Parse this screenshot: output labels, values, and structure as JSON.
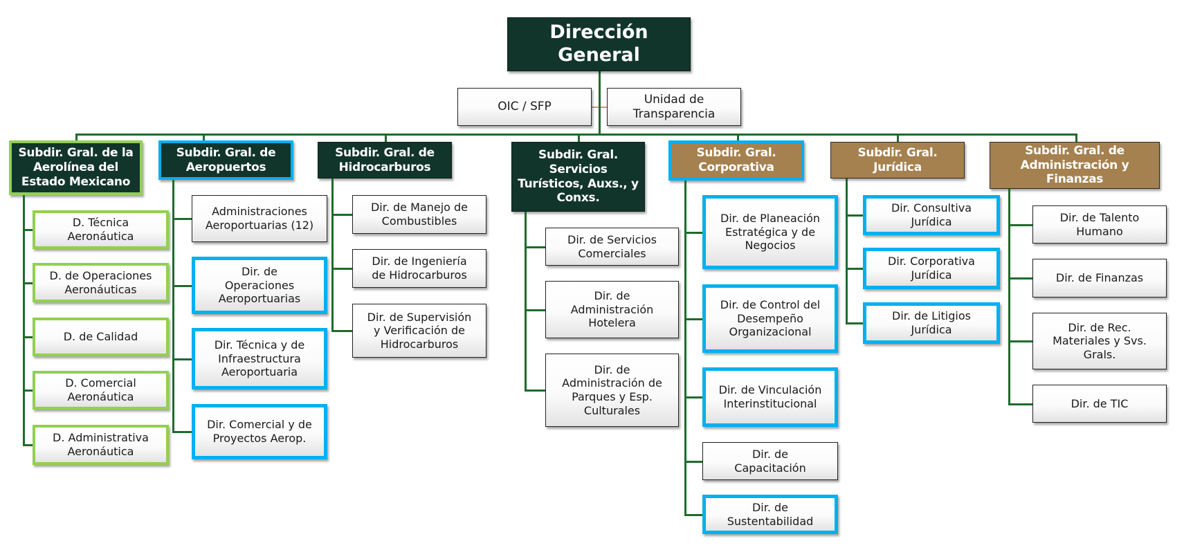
{
  "title": "Dirección General",
  "colors": {
    "dark_green": "#12352b",
    "brown": "#a5814f",
    "line_green": "#1e6b2a",
    "light_green_border": "#92d050",
    "blue_border": "#00b0f0"
  },
  "top": {
    "label": "Dirección\nGeneral",
    "staff": [
      {
        "label": "OIC / SFP"
      },
      {
        "label": "Unidad de\nTransparencia"
      }
    ]
  },
  "columns": [
    {
      "label": "Subdir. Gral. de la\nAerolínea del\nEstado Mexicano",
      "style": "dark",
      "highlight": "green",
      "children": [
        {
          "label": "D. Técnica\nAeronáutica",
          "highlight": "green"
        },
        {
          "label": "D. de Operaciones\nAeronáuticas",
          "highlight": "green"
        },
        {
          "label": "D. de Calidad",
          "highlight": "green"
        },
        {
          "label": "D. Comercial\nAeronáutica",
          "highlight": "green"
        },
        {
          "label": "D. Administrativa\nAeronáutica",
          "highlight": "green"
        }
      ]
    },
    {
      "label": "Subdir. Gral. de\nAeropuertos",
      "style": "dark",
      "highlight": "blue",
      "children": [
        {
          "label": "Administraciones\nAeroportuarias (12)",
          "highlight": "none"
        },
        {
          "label": "Dir. de\nOperaciones\nAeroportuarias",
          "highlight": "blue"
        },
        {
          "label": "Dir. Técnica y de\nInfraestructura\nAeroportuaria",
          "highlight": "blue"
        },
        {
          "label": "Dir. Comercial y de\nProyectos Aerop.",
          "highlight": "blue"
        }
      ]
    },
    {
      "label": "Subdir. Gral. de\nHidrocarburos",
      "style": "dark",
      "highlight": "none",
      "children": [
        {
          "label": "Dir. de Manejo de\nCombustibles",
          "highlight": "none"
        },
        {
          "label": "Dir. de Ingeniería\nde Hidrocarburos",
          "highlight": "none"
        },
        {
          "label": "Dir. de Supervisión\ny Verificación de\nHidrocarburos",
          "highlight": "none"
        }
      ]
    },
    {
      "label": "Subdir. Gral.\nServicios\nTurísticos, Auxs., y\nConxs.",
      "style": "dark",
      "highlight": "none",
      "children": [
        {
          "label": "Dir. de Servicios\nComerciales",
          "highlight": "none"
        },
        {
          "label": "Dir. de\nAdministración\nHotelera",
          "highlight": "none"
        },
        {
          "label": "Dir. de\nAdministración de\nParques y Esp.\nCulturales",
          "highlight": "none"
        }
      ]
    },
    {
      "label": "Subdir. Gral.\nCorporativa",
      "style": "brown",
      "highlight": "blue",
      "children": [
        {
          "label": "Dir. de Planeación\nEstratégica y de\nNegocios",
          "highlight": "blue"
        },
        {
          "label": "Dir. de Control del\nDesempeño\nOrganizacional",
          "highlight": "blue"
        },
        {
          "label": "Dir. de Vinculación\nInterinstitucional",
          "highlight": "blue"
        },
        {
          "label": "Dir. de\nCapacitación",
          "highlight": "none"
        },
        {
          "label": "Dir. de\nSustentabilidad",
          "highlight": "blue"
        }
      ]
    },
    {
      "label": "Subdir. Gral.\nJurídica",
      "style": "brown",
      "highlight": "none",
      "children": [
        {
          "label": "Dir. Consultiva\nJurídica",
          "highlight": "blue"
        },
        {
          "label": "Dir. Corporativa\nJurídica",
          "highlight": "blue"
        },
        {
          "label": "Dir. de Litigios\nJurídica",
          "highlight": "blue"
        }
      ]
    },
    {
      "label": "Subdir. Gral. de\nAdministración y\nFinanzas",
      "style": "brown",
      "highlight": "none",
      "children": [
        {
          "label": "Dir. de Talento\nHumano",
          "highlight": "none"
        },
        {
          "label": "Dir. de Finanzas",
          "highlight": "none"
        },
        {
          "label": "Dir. de Rec.\nMateriales y Svs.\nGrals.",
          "highlight": "none"
        },
        {
          "label": "Dir. de TIC",
          "highlight": "none"
        }
      ]
    }
  ]
}
